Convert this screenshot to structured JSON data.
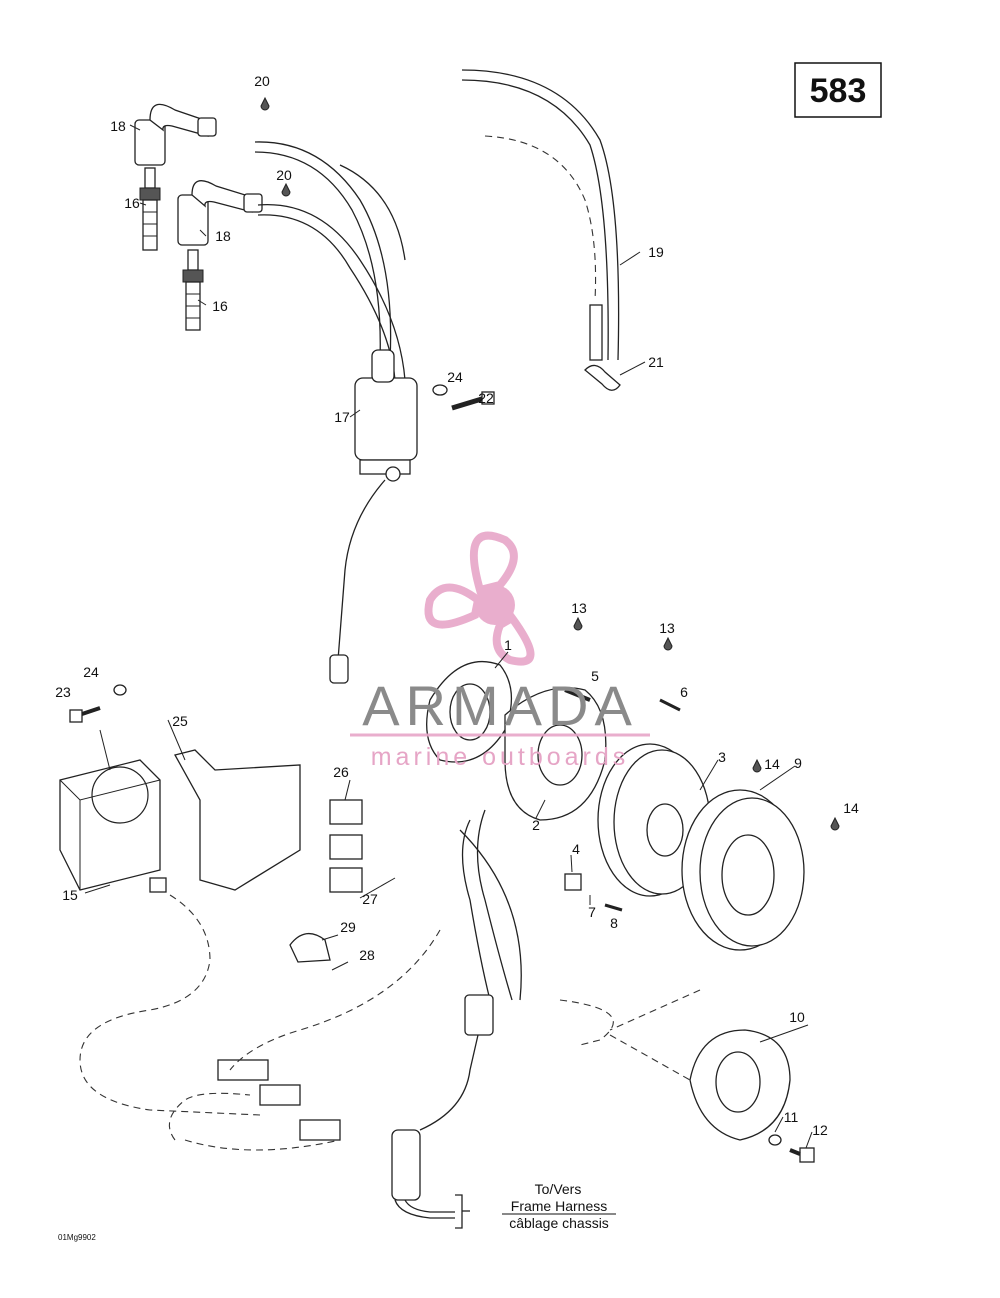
{
  "diagram_number": "583",
  "drawing_code": "01Mg9902",
  "watermark": {
    "brand": "ARMADA",
    "tagline": "marine outboards",
    "color_pink": "#e7a6c8",
    "color_gray": "#8a8a8a"
  },
  "harness_note": {
    "line1": "To/Vers",
    "line2": "Frame Harness",
    "line3": "câblage chassis"
  },
  "callouts": [
    {
      "id": "c1",
      "text": "1"
    },
    {
      "id": "c2",
      "text": "2"
    },
    {
      "id": "c3",
      "text": "3"
    },
    {
      "id": "c4",
      "text": "4"
    },
    {
      "id": "c5",
      "text": "5"
    },
    {
      "id": "c6",
      "text": "6"
    },
    {
      "id": "c7",
      "text": "7"
    },
    {
      "id": "c8",
      "text": "8"
    },
    {
      "id": "c9",
      "text": "9"
    },
    {
      "id": "c10",
      "text": "10"
    },
    {
      "id": "c11",
      "text": "11"
    },
    {
      "id": "c12",
      "text": "12"
    },
    {
      "id": "c13a",
      "text": "13"
    },
    {
      "id": "c13b",
      "text": "13"
    },
    {
      "id": "c14a",
      "text": "14"
    },
    {
      "id": "c14b",
      "text": "14"
    },
    {
      "id": "c15",
      "text": "15"
    },
    {
      "id": "c16a",
      "text": "16"
    },
    {
      "id": "c16b",
      "text": "16"
    },
    {
      "id": "c17",
      "text": "17"
    },
    {
      "id": "c18a",
      "text": "18"
    },
    {
      "id": "c18b",
      "text": "18"
    },
    {
      "id": "c19",
      "text": "19"
    },
    {
      "id": "c20a",
      "text": "20"
    },
    {
      "id": "c20b",
      "text": "20"
    },
    {
      "id": "c21",
      "text": "21"
    },
    {
      "id": "c22",
      "text": "22"
    },
    {
      "id": "c23",
      "text": "23"
    },
    {
      "id": "c24a",
      "text": "24"
    },
    {
      "id": "c24b",
      "text": "24"
    },
    {
      "id": "c25",
      "text": "25"
    },
    {
      "id": "c26",
      "text": "26"
    },
    {
      "id": "c27",
      "text": "27"
    },
    {
      "id": "c28",
      "text": "28"
    },
    {
      "id": "c29",
      "text": "29"
    }
  ]
}
